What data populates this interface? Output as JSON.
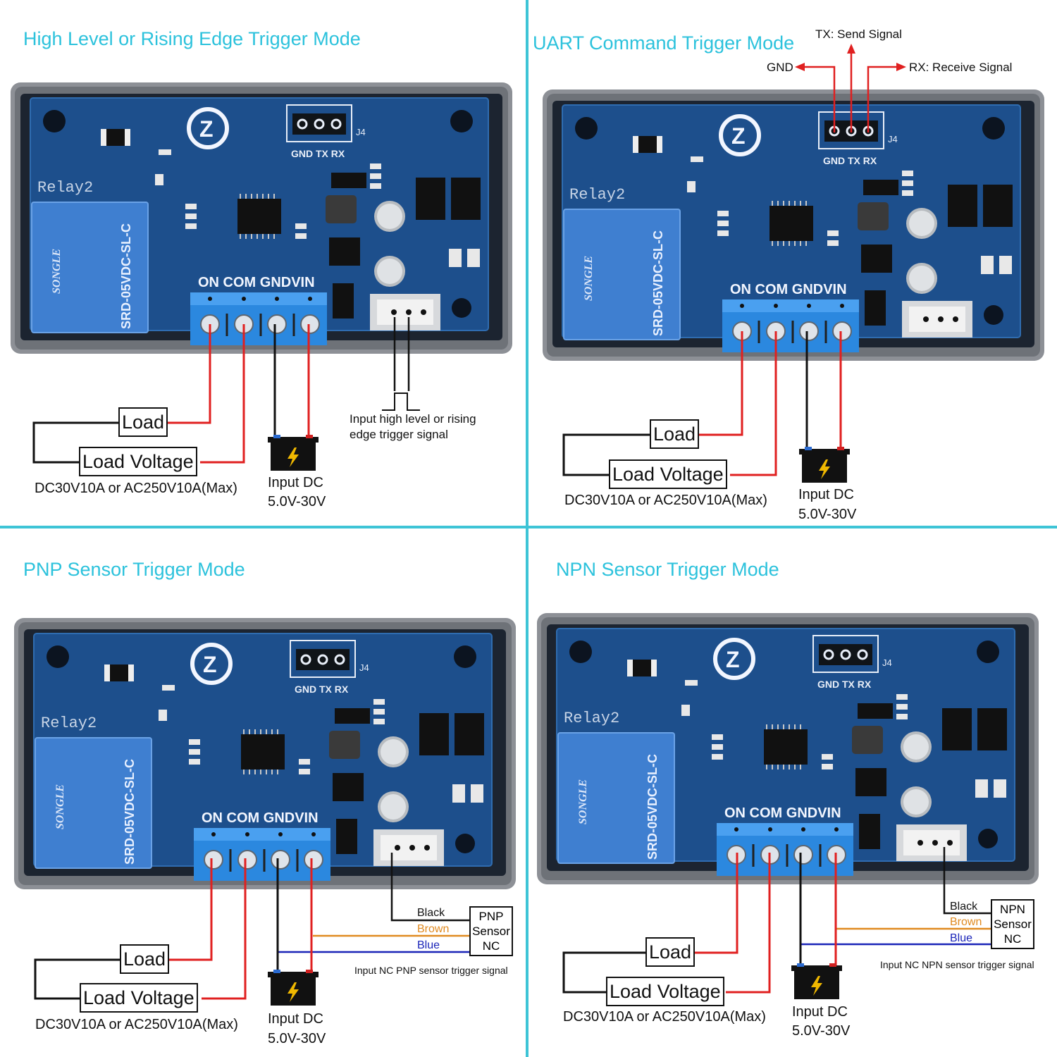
{
  "colors": {
    "accent": "#2cc2dc",
    "wire_red": "#e02020",
    "wire_black": "#111111",
    "wire_brown": "#e08a20",
    "wire_blue": "#1a24b8",
    "pcb": "#1d4f8c",
    "terminal": "#2b88df"
  },
  "board": {
    "silk_module": "Relay2",
    "silk_pins": "ON COM GNDVIN",
    "silk_header": "GND TX RX",
    "silk_j4": "J4",
    "relay_part": "SRD-05VDC-SL-C",
    "relay_brand": "SONGLE"
  },
  "panels": [
    {
      "title": "High Level or Rising Edge Trigger Mode",
      "load": "Load",
      "load_voltage": "Load Voltage",
      "load_rating": "DC30V10A or AC250V10A(Max)",
      "input_line1": "Input DC",
      "input_line2": "5.0V-30V",
      "note_line1": "Input high level or rising",
      "note_line2": "edge trigger signal"
    },
    {
      "title": "UART  Command Trigger Mode",
      "load": "Load",
      "load_voltage": "Load Voltage",
      "load_rating": "DC30V10A or AC250V10A(Max)",
      "input_line1": "Input DC",
      "input_line2": "5.0V-30V",
      "tx": "TX: Send Signal",
      "gnd": "GND",
      "rx": "RX: Receive Signal"
    },
    {
      "title": "PNP Sensor Trigger Mode",
      "load": "Load",
      "load_voltage": "Load Voltage",
      "load_rating": "DC30V10A or AC250V10A(Max)",
      "input_line1": "Input DC",
      "input_line2": "5.0V-30V",
      "black": "Black",
      "brown": "Brown",
      "blue": "Blue",
      "sensor_line1": "PNP",
      "sensor_line2": "Sensor",
      "sensor_line3": "NC",
      "note": "Input NC PNP sensor trigger signal"
    },
    {
      "title": "NPN Sensor Trigger Mode",
      "load": "Load",
      "load_voltage": "Load Voltage",
      "load_rating": "DC30V10A or AC250V10A(Max)",
      "input_line1": "Input DC",
      "input_line2": "5.0V-30V",
      "black": "Black",
      "brown": "Brown",
      "blue": "Blue",
      "sensor_line1": "NPN",
      "sensor_line2": "Sensor",
      "sensor_line3": "NC",
      "note": "Input NC NPN sensor trigger signal"
    }
  ]
}
